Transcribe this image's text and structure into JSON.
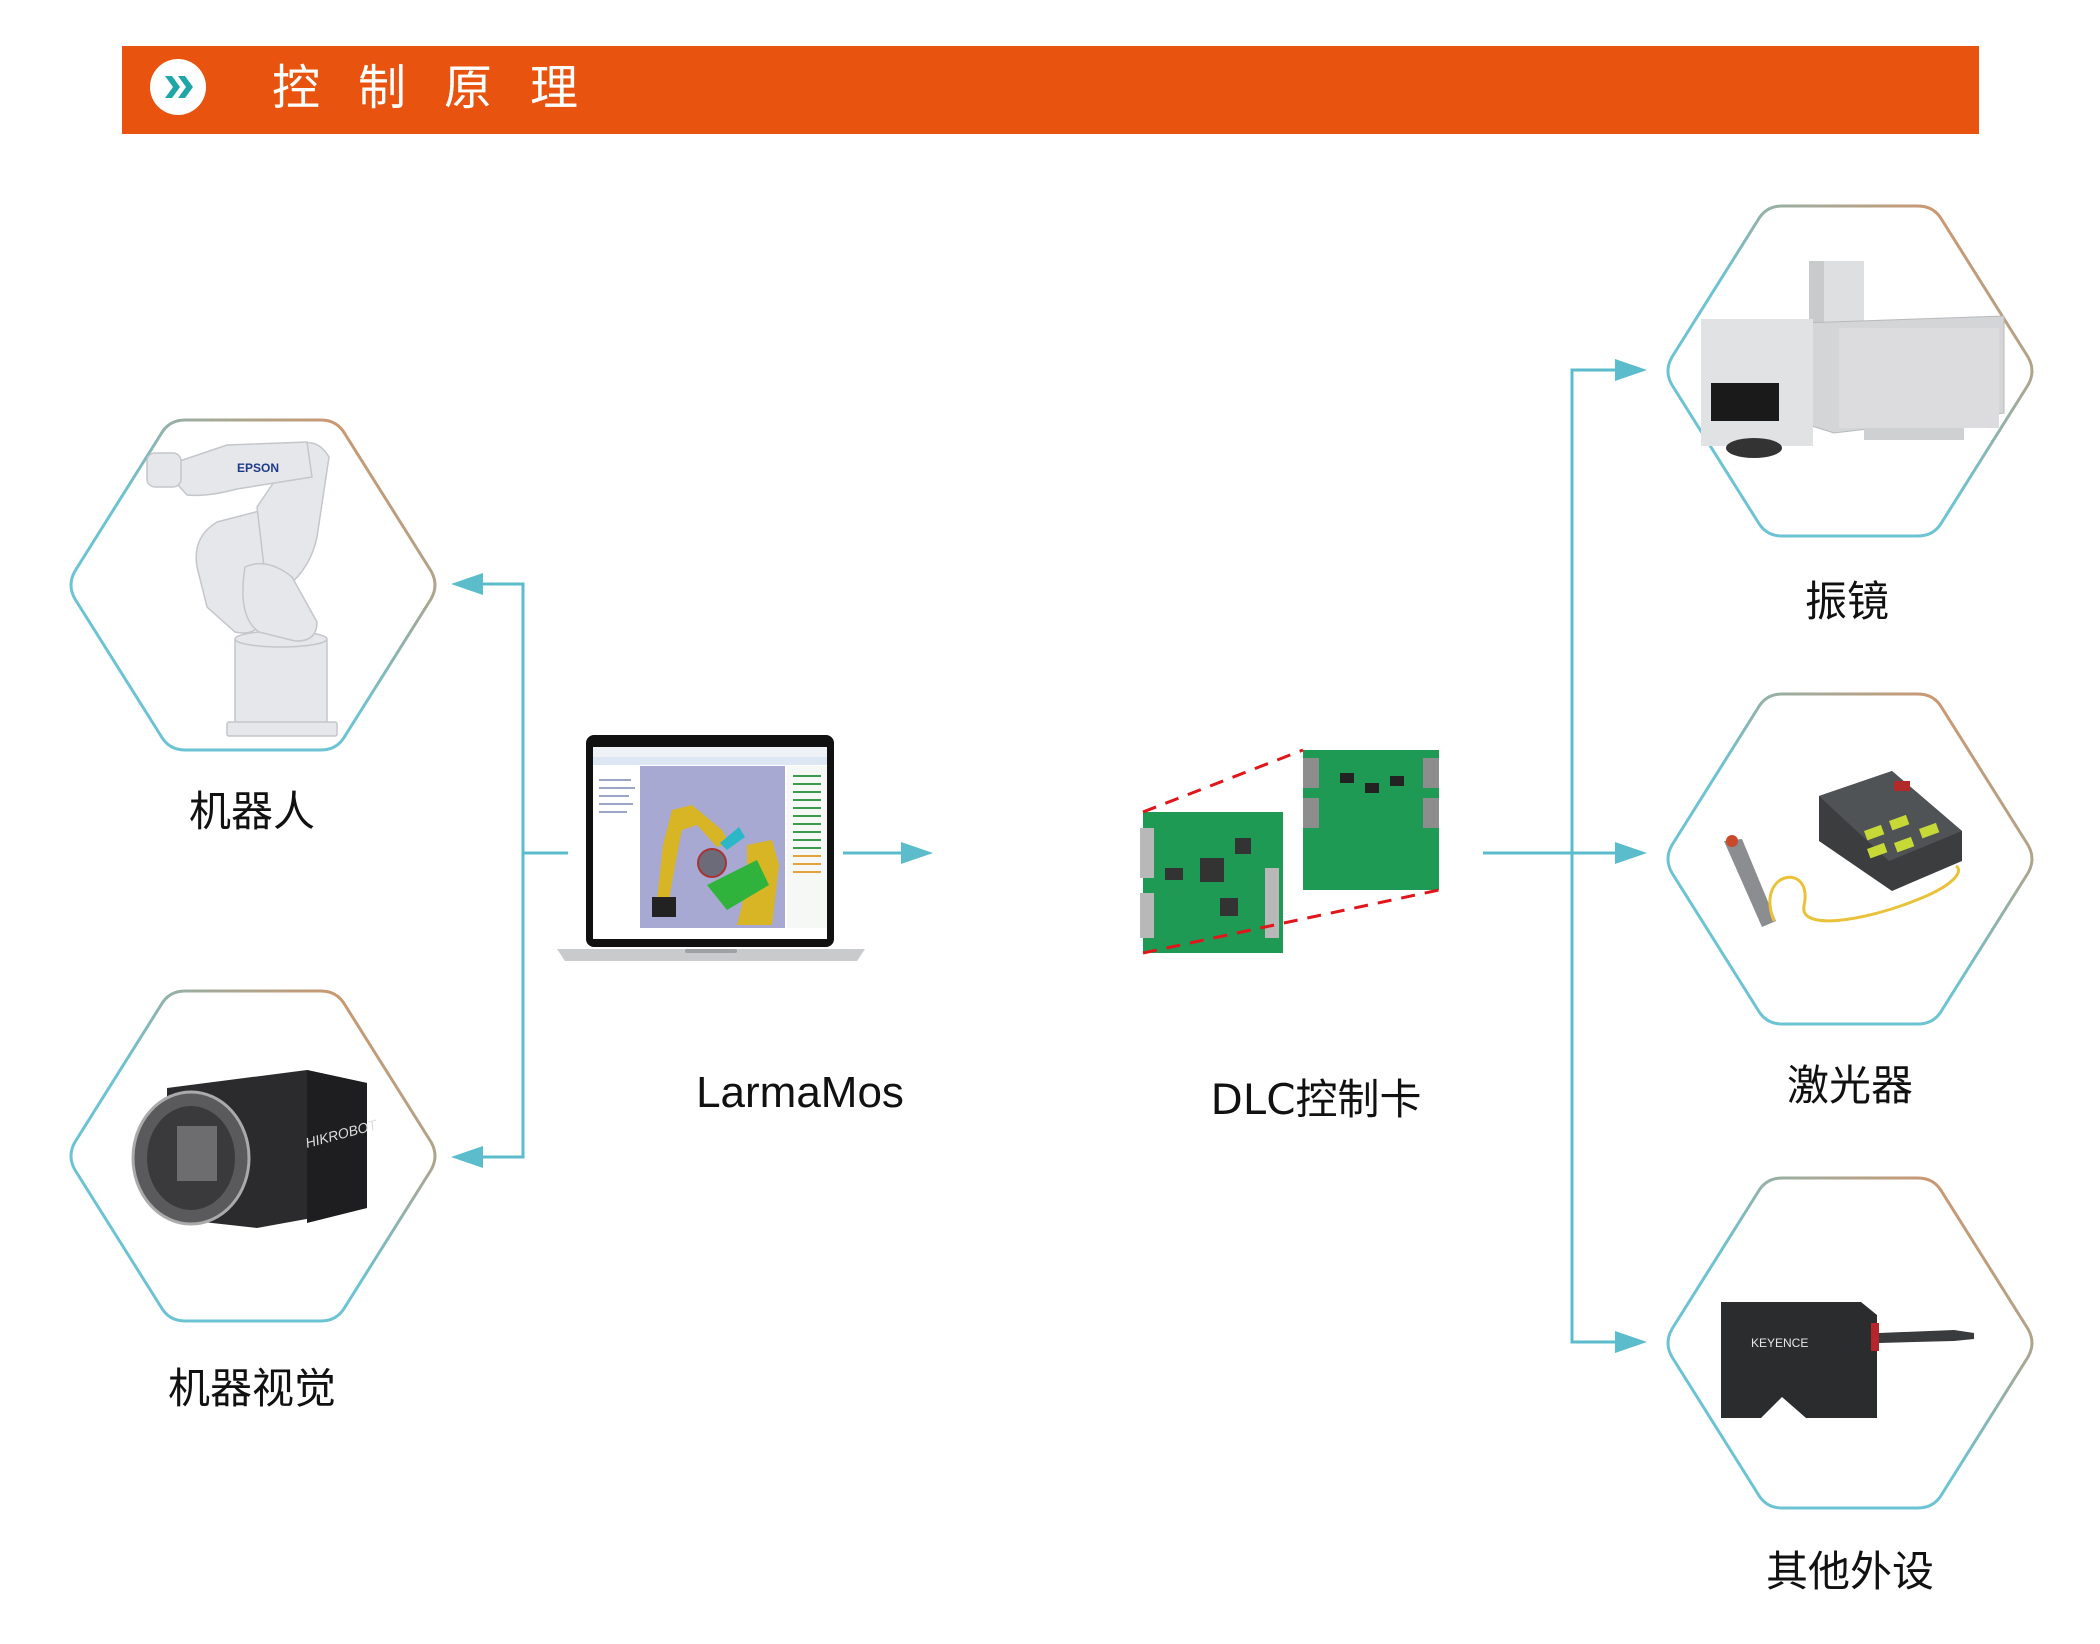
{
  "header": {
    "icon": "double-chevron-right-icon",
    "title": "控制原理"
  },
  "colors": {
    "banner": "#e8540f",
    "connector": "#5bbccc",
    "hex_gradient_start": "#e98a4f",
    "hex_gradient_end": "#6cc3d3",
    "chevron": "#1fa7a8",
    "dashed_link": "#e0161b"
  },
  "inputs": [
    {
      "id": "robot",
      "label": "机器人",
      "image": "robot-arm-image",
      "brand_mark": "EPSON"
    },
    {
      "id": "vision",
      "label": "机器视觉",
      "image": "industrial-camera-image",
      "brand_mark": "HIKROBOT"
    }
  ],
  "center": {
    "software": {
      "label": "LarmaMos",
      "image": "laptop-software-screenshot"
    },
    "controller": {
      "label": "DLC控制卡",
      "image": "control-board-image"
    }
  },
  "outputs": [
    {
      "id": "galvo",
      "label": "振镜",
      "image": "galvo-scanner-image"
    },
    {
      "id": "laser",
      "label": "激光器",
      "image": "fiber-laser-image"
    },
    {
      "id": "peripheral",
      "label": "其他外设",
      "image": "sensor-peripheral-image",
      "brand_mark": "KEYENCE"
    }
  ]
}
